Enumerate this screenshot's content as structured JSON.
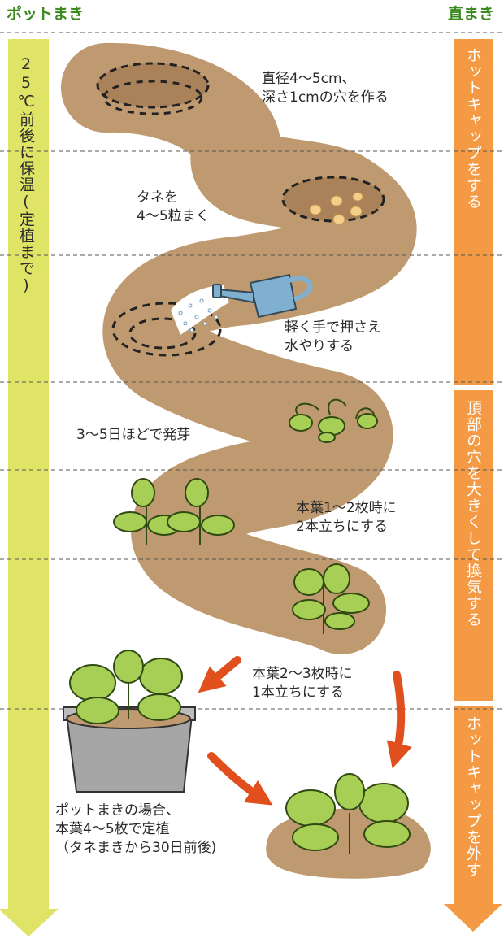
{
  "headers": {
    "left": "ポットまき",
    "right": "直まき"
  },
  "left_bar": {
    "label": "25℃前後に保温(定植まで)",
    "color": "#dfe466"
  },
  "right_bar": {
    "color": "#f49a45",
    "segments": [
      "ホットキャップをする",
      "頂部の穴を大きくして換気する",
      "ホットキャップを外す"
    ]
  },
  "steps": [
    {
      "text": "直径4〜5cm、\n深さ1cmの穴を作る"
    },
    {
      "text": "タネを\n4〜5粒まく"
    },
    {
      "text": "軽く手で押さえ\n水やりする"
    },
    {
      "text": "3〜5日ほどで発芽"
    },
    {
      "text": "本葉1〜2枚時に\n2本立ちにする"
    },
    {
      "text": "本葉2〜3枚時に\n1本立ちにする"
    },
    {
      "text": "ポットまきの場合、\n本葉4〜5枚で定植\n（タネまきから30日前後)"
    }
  ],
  "colors": {
    "soil": "#bf9a70",
    "soil_dark": "#a9825a",
    "leaf": "#a8cf55",
    "leaf_dark": "#2f4a12",
    "arrow": "#e04f1c",
    "divider": "#555555",
    "pot": "#a6a6a6",
    "watering_can": "#7fb0cf"
  },
  "icons": [
    "watering-can-icon",
    "seedling-icon",
    "seed-icon",
    "pot-icon",
    "arrow-icon"
  ]
}
